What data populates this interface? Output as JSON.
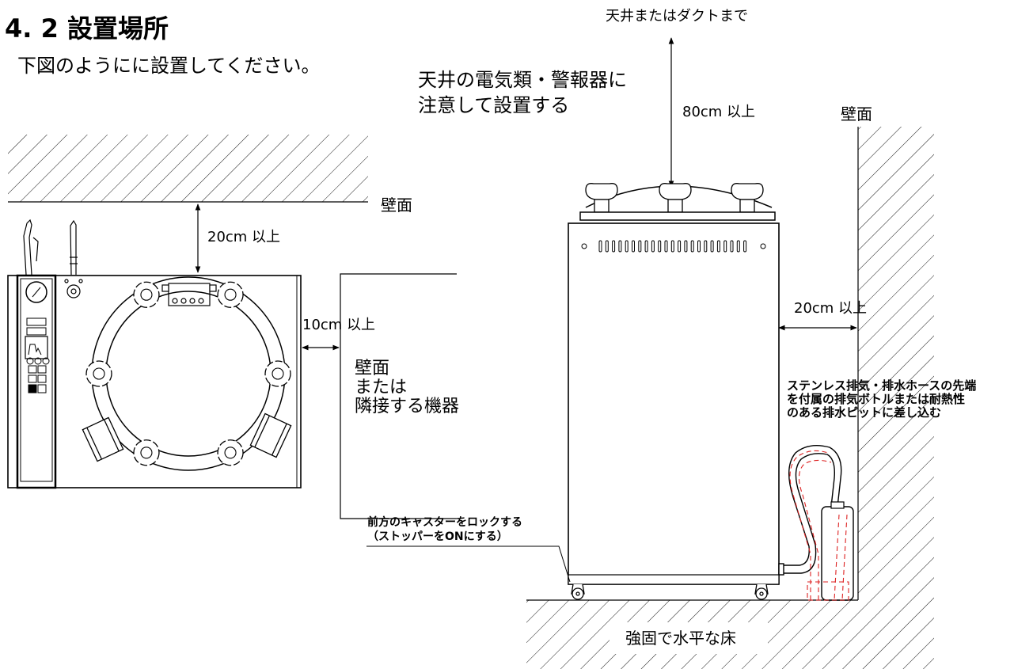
{
  "heading": {
    "title": "4. 2 設置場所",
    "subtitle": "下図のようにに設置してください。"
  },
  "top_view": {
    "wall_label": "壁面",
    "clearance_back": "20cm 以上",
    "clearance_side": "10cm 以上",
    "side_label_lines": [
      "壁面",
      "または",
      "隣接する機器"
    ]
  },
  "side_view": {
    "ceiling_target": "天井またはダクトまで",
    "ceiling_note_lines": [
      "天井の電気類・警報器に",
      "注意して設置する"
    ],
    "clearance_top": "80cm 以上",
    "wall_label": "壁面",
    "clearance_wall": "20cm 以上",
    "hose_note_lines": [
      "ステンレス排気・排水ホースの先端",
      "を付属の排気ボトルまたは耐熱性",
      "のある排水ピットに差し込む"
    ],
    "caster_note_lines": [
      "前方のキャスターをロックする",
      "（ストッパーをONにする）"
    ],
    "floor_label": "強固で水平な床"
  }
}
